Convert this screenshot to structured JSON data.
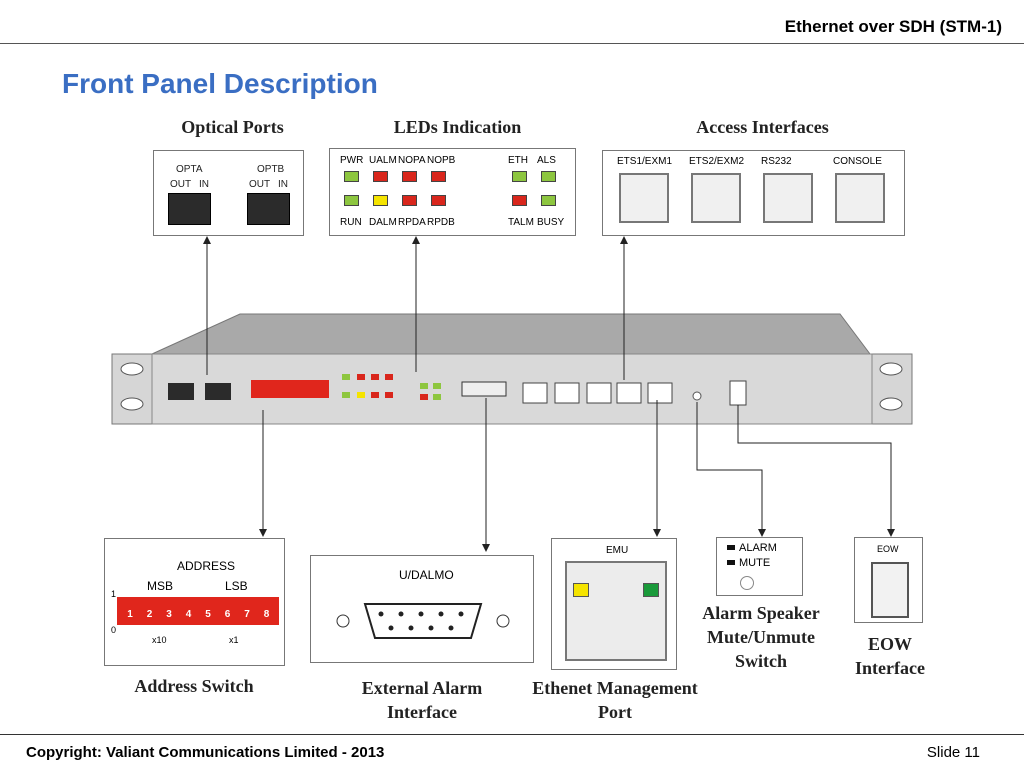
{
  "header": {
    "title": "Ethernet over SDH (STM-1)"
  },
  "slide": {
    "title": "Front Panel Description",
    "number": "Slide 11",
    "copyright": "Copyright: Valiant Communications Limited - 2013"
  },
  "captions": {
    "optical": "Optical Ports",
    "leds": "LEDs Indication",
    "access": "Access Interfaces",
    "address": "Address Switch",
    "alarm_iface": "External Alarm Interface",
    "ethernet": "Ethenet Management Port",
    "mute": "Alarm Speaker Mute/Unmute Switch",
    "eow": "EOW Interface"
  },
  "optical": {
    "a": "OPTA",
    "b": "OPTB",
    "out": "OUT",
    "in": "IN"
  },
  "leds": {
    "top": [
      {
        "label": "PWR",
        "color": "#8dc63f"
      },
      {
        "label": "UALM",
        "color": "#d9261c"
      },
      {
        "label": "NOPA",
        "color": "#d9261c"
      },
      {
        "label": "NOPB",
        "color": "#d9261c"
      }
    ],
    "bottom": [
      {
        "label": "RUN",
        "color": "#8dc63f"
      },
      {
        "label": "DALM",
        "color": "#f5e400"
      },
      {
        "label": "RPDA",
        "color": "#d9261c"
      },
      {
        "label": "RPDB",
        "color": "#d9261c"
      }
    ],
    "right_top": [
      {
        "label": "ETH",
        "color": "#8dc63f"
      },
      {
        "label": "ALS",
        "color": "#8dc63f"
      }
    ],
    "right_bottom": [
      {
        "label": "TALM",
        "color": "#d9261c"
      },
      {
        "label": "BUSY",
        "color": "#8dc63f"
      }
    ]
  },
  "access": [
    "ETS1/EXM1",
    "ETS2/EXM2",
    "RS232",
    "CONSOLE"
  ],
  "address": {
    "title": "ADDRESS",
    "msb": "MSB",
    "lsb": "LSB",
    "one": "1",
    "zero": "0",
    "bits": [
      "1",
      "2",
      "3",
      "4",
      "5",
      "6",
      "7",
      "8"
    ],
    "x10": "x10",
    "x1": "x1"
  },
  "udalmo": "U/DALMO",
  "emu": "EMU",
  "mute": {
    "alarm": "ALARM",
    "mute": "MUTE"
  },
  "eow": "EOW"
}
